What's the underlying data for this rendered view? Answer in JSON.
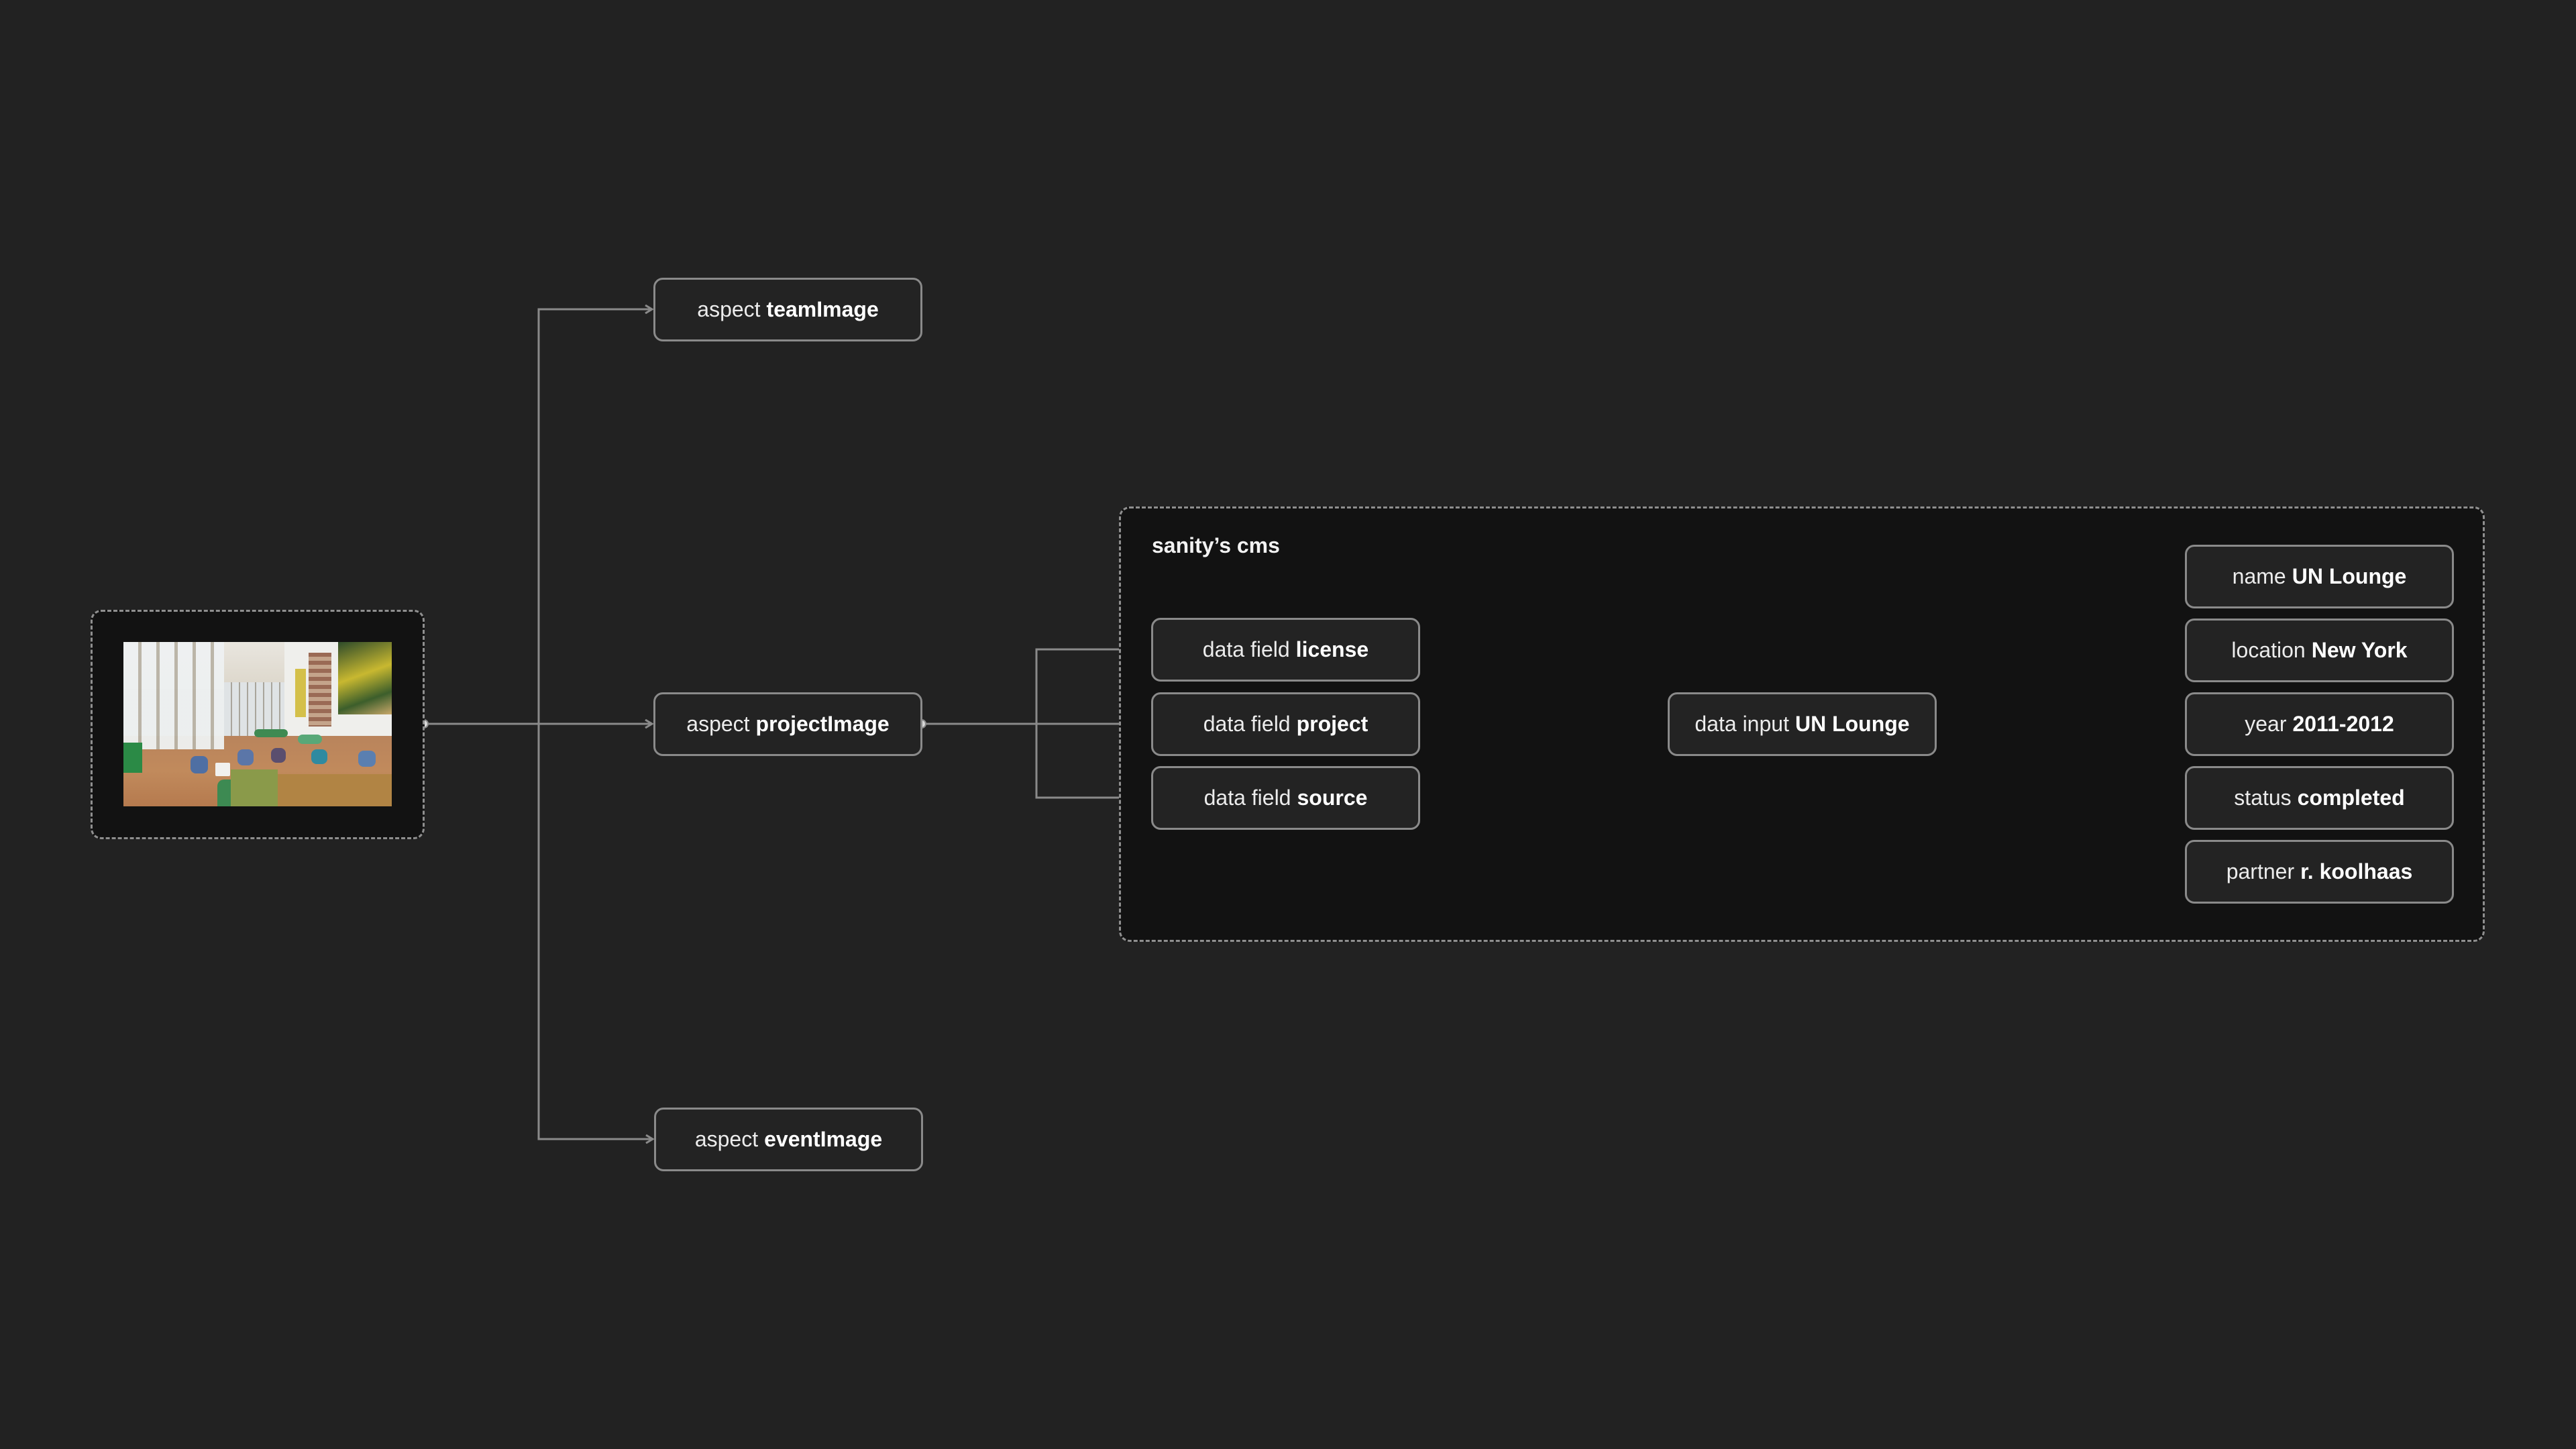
{
  "diagram": {
    "source": {
      "image_alt": "UN Lounge interior photo",
      "icon": "photo-thumbnail"
    },
    "aspects": [
      {
        "prefix": "aspect",
        "value": "teamImage"
      },
      {
        "prefix": "aspect",
        "value": "projectImage"
      },
      {
        "prefix": "aspect",
        "value": "eventImage"
      }
    ],
    "cms": {
      "label": "sanity’s cms",
      "data_fields": [
        {
          "prefix": "data field",
          "value": "license"
        },
        {
          "prefix": "data field",
          "value": "project"
        },
        {
          "prefix": "data field",
          "value": "source"
        }
      ],
      "data_input": {
        "prefix": "data input",
        "value": "UN Lounge"
      },
      "attributes": [
        {
          "prefix": "name",
          "value": "UN Lounge"
        },
        {
          "prefix": "location",
          "value": "New York"
        },
        {
          "prefix": "year",
          "value": "2011-2012"
        },
        {
          "prefix": "status",
          "value": "completed"
        },
        {
          "prefix": "partner",
          "value": "r. koolhaas"
        }
      ]
    },
    "colors": {
      "background": "#222222",
      "group_fill": "#121212",
      "node_fill": "#232323",
      "node_border": "#8a8a8a",
      "wire": "#8a8a8a",
      "text": "#f0f0f0"
    }
  }
}
